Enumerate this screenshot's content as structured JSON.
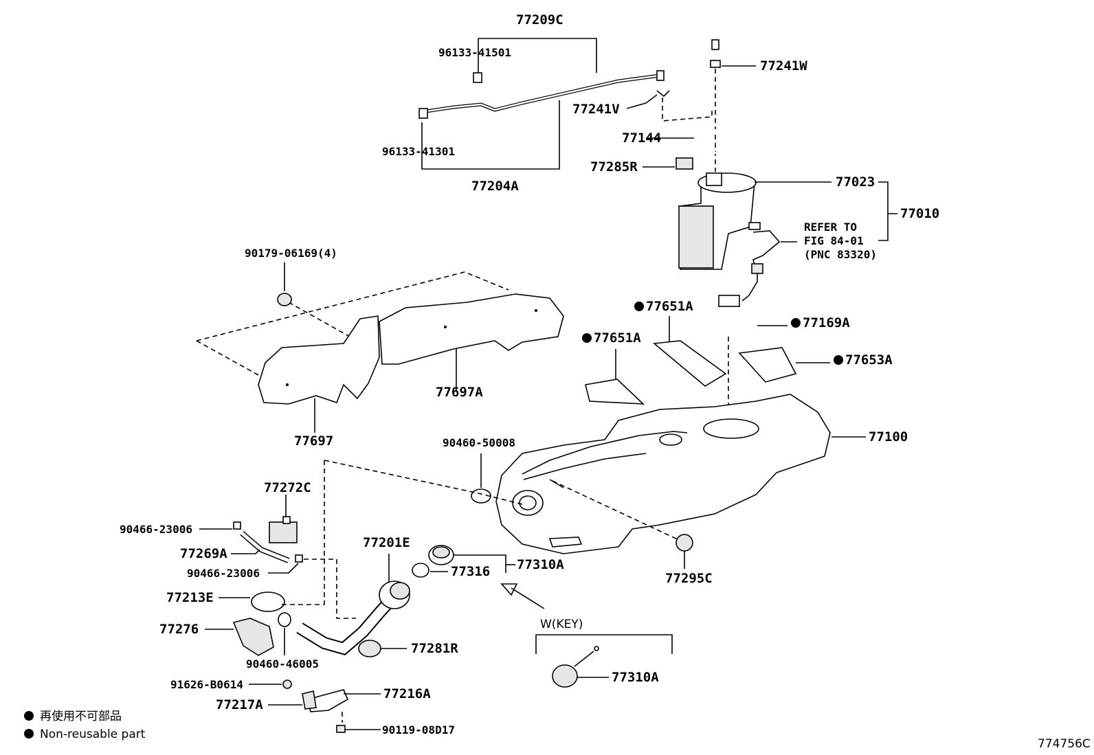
{
  "diagram": {
    "figure_id": "774756C",
    "labels": {
      "p77209C": "77209C",
      "p96133_41501": "96133-41501",
      "p96133_41301": "96133-41301",
      "p77204A": "77204A",
      "p77241W": "77241W",
      "p77241V": "77241V",
      "p77144": "77144",
      "p77285R": "77285R",
      "p77023": "77023",
      "p77010": "77010",
      "refer1": "REFER TO",
      "refer2": "FIG 84-01",
      "refer3": "(PNC 83320)",
      "p90179": "90179-06169(4)",
      "p77651A_1": "77651A",
      "p77651A_2": "77651A",
      "p77169A": "77169A",
      "p77653A": "77653A",
      "p77697A": "77697A",
      "p77697": "77697",
      "p77100": "77100",
      "p90460_50008": "90460-50008",
      "p77272C": "77272C",
      "p90466_23006_a": "90466-23006",
      "p77269A": "77269A",
      "p90466_23006_b": "90466-23006",
      "p77201E": "77201E",
      "p77310A_1": "77310A",
      "p77316": "77316",
      "p77295C": "77295C",
      "p77213E": "77213E",
      "p77276": "77276",
      "p90460_46005": "90460-46005",
      "p77281R": "77281R",
      "key_variant": "W(KEY)",
      "p77310A_2": "77310A",
      "p91626": "91626-B0614",
      "p77216A": "77216A",
      "p77217A": "77217A",
      "p90119": "90119-08D17"
    },
    "legend": {
      "jp": "再使用不可部品",
      "en": "Non-reusable part"
    }
  }
}
